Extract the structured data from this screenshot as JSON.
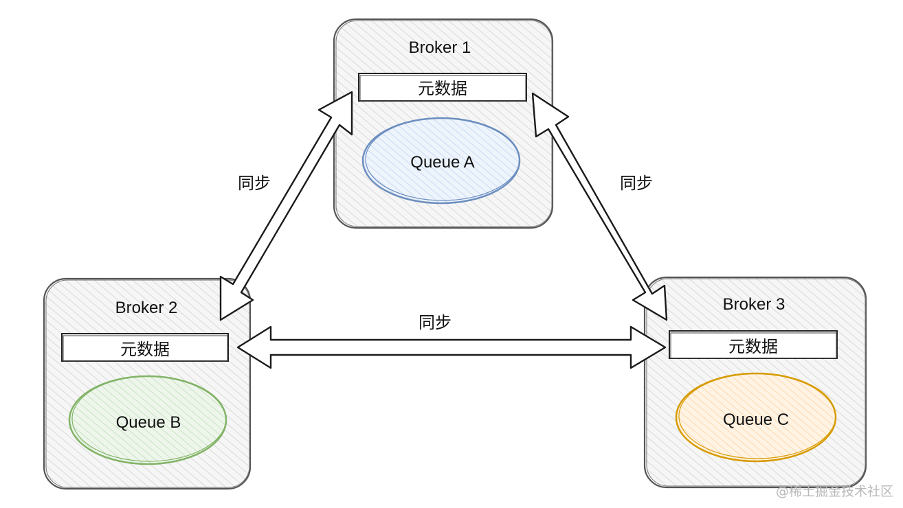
{
  "brokers": [
    {
      "label": "Broker 1",
      "metadata_label": "元数据",
      "queue_label": "Queue A",
      "queue_color": "#6c8ebf",
      "queue_fill": "#dae8fc"
    },
    {
      "label": "Broker 2",
      "metadata_label": "元数据",
      "queue_label": "Queue B",
      "queue_color": "#82b366",
      "queue_fill": "#d5e8d4"
    },
    {
      "label": "Broker 3",
      "metadata_label": "元数据",
      "queue_label": "Queue C",
      "queue_color": "#d79b00",
      "queue_fill": "#ffe6cc"
    }
  ],
  "sync_labels": {
    "left": "同步",
    "right": "同步",
    "bottom": "同步"
  },
  "watermark": "@稀土掘金技术社区"
}
